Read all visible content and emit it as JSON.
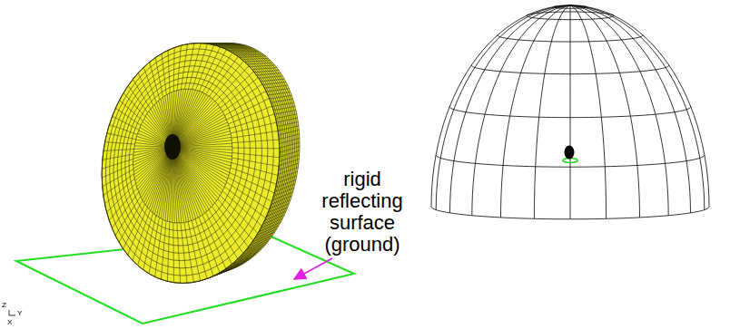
{
  "diagram": {
    "labels": [
      "rigid reflecting surface (ground)",
      "Z",
      "Y",
      "X"
    ]
  }
}
